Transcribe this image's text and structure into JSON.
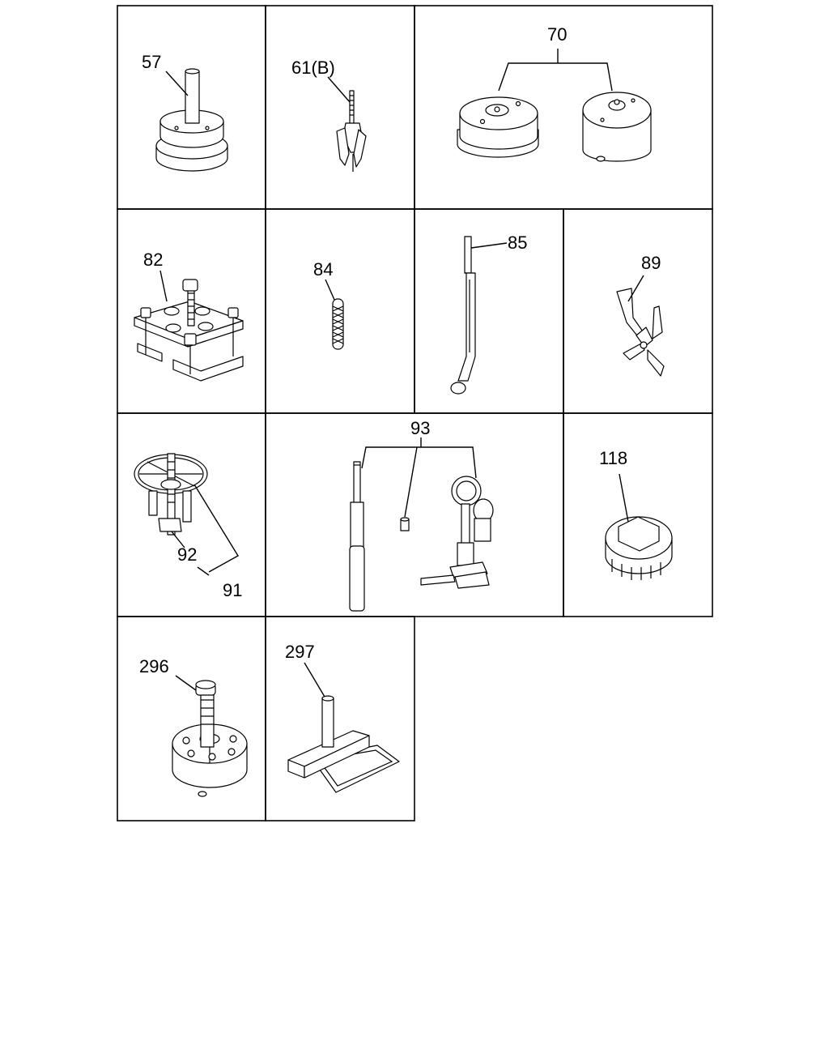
{
  "callouts": {
    "c57": "57",
    "c61b": "61(B)",
    "c70": "70",
    "c82": "82",
    "c84": "84",
    "c85": "85",
    "c89": "89",
    "c91": "91",
    "c92": "92",
    "c93": "93",
    "c118": "118",
    "c296": "296",
    "c297": "297"
  }
}
